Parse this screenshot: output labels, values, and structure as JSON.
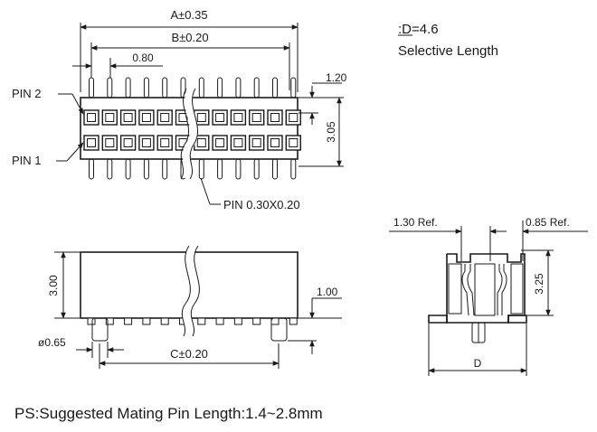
{
  "notes": {
    "d_value": ":D=4.6",
    "selective": "Selective Length",
    "ps": "PS:Suggested Mating Pin Length:1.4~2.8mm"
  },
  "top_view": {
    "dim_a": "A±0.35",
    "dim_b": "B±0.20",
    "dim_pitch": "0.80",
    "dim_1_20": "1.20",
    "dim_3_05": "3.05",
    "pin2_label": "PIN  2",
    "pin1_label": "PIN  1",
    "pin_size": "PIN  0.30X0.20"
  },
  "side_view": {
    "dim_height": "3.00",
    "dim_1_00": "1.00",
    "dim_diameter": "ø0.65",
    "dim_c": "C±0.20"
  },
  "section_view": {
    "dim_1_30": "1.30  Ref.",
    "dim_0_85": "0.85  Ref.",
    "dim_3_25": "3.25",
    "dim_d": "D"
  }
}
